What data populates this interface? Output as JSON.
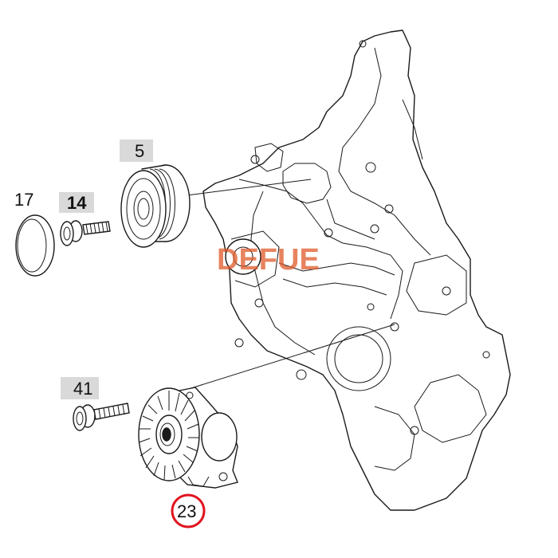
{
  "callouts": {
    "p17": "17",
    "p14": "14",
    "p5": "5",
    "p41": "41",
    "p23": "23"
  },
  "watermark": "DEFUE",
  "colors": {
    "highlight_box": "#d9d9d9",
    "selection_ring": "#e0141e",
    "watermark": "#e05a2a",
    "ink": "#1a1a1a"
  }
}
